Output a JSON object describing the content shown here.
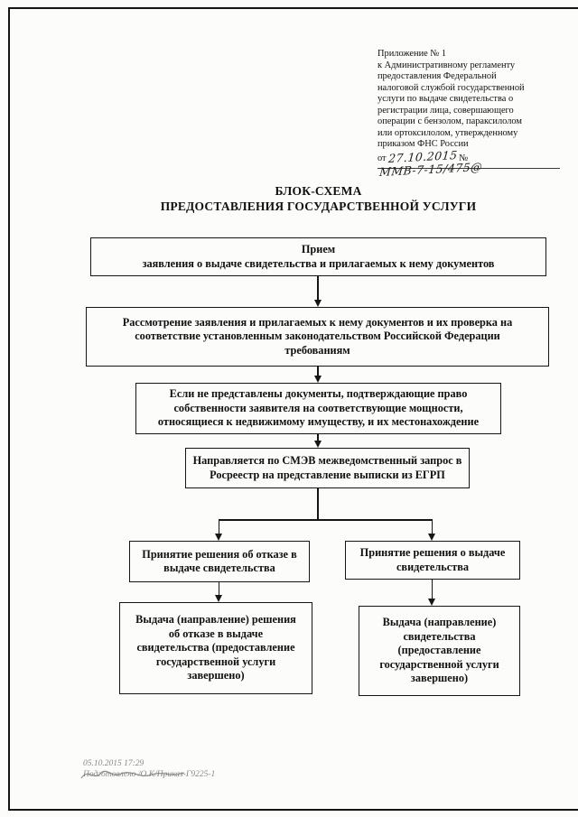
{
  "header": {
    "appendix": "Приложение № 1",
    "regulation": "к Административному регламенту\nпредоставления Федеральной\nналоговой службой государственной\nуслуги по выдаче свидетельства о\nрегистрации лица, совершающего\nоперации с бензолом, параксилолом\nили ортоксилолом, утвержденному\nприказом ФНС России",
    "from_label": "от",
    "date_handwritten": "27.10.2015",
    "number_label": "№",
    "number_handwritten": "ММВ-7-15/475@"
  },
  "title": {
    "line1": "БЛОК-СХЕМА",
    "line2": "ПРЕДОСТАВЛЕНИЯ ГОСУДАРСТВЕННОЙ УСЛУГИ"
  },
  "flowchart": {
    "boxes": [
      {
        "id": "reception",
        "text": "Прием\nзаявления о выдаче свидетельства и прилагаемых к нему документов"
      },
      {
        "id": "review",
        "text": "Рассмотрение заявления и прилагаемых к нему документов и их проверка на\nсоответствие установленным законодательством Российской Федерации\nтребованиям"
      },
      {
        "id": "missing-docs",
        "text": "Если не представлены документы, подтверждающие право\nсобственности заявителя на соответствующие мощности,\nотносящиеся к недвижимому имуществу, и их местонахождение"
      },
      {
        "id": "smev-request",
        "text": "Направляется по СМЭВ межведомственный запрос  в\nРосреестр на представление выписки из ЕГРП"
      },
      {
        "id": "decision-refusal",
        "text": "Принятие решения об отказе в\nвыдаче свидетельства"
      },
      {
        "id": "decision-issue",
        "text": "Принятие решения о выдаче\nсвидетельства"
      },
      {
        "id": "result-refusal",
        "text": "Выдача (направление) решения\nоб отказе в выдаче\nсвидетельства (предоставление\nгосударственной услуги\nзавершено)"
      },
      {
        "id": "result-issue",
        "text": "Выдача (направление)\nсвидетельства\n(предоставление\nгосударственной услуги\nзавершено)"
      }
    ]
  },
  "footer": {
    "timestamp": "05.10.2015 17:29",
    "note": "Подготовлено /О.К/Приказ-Г9225-1"
  }
}
